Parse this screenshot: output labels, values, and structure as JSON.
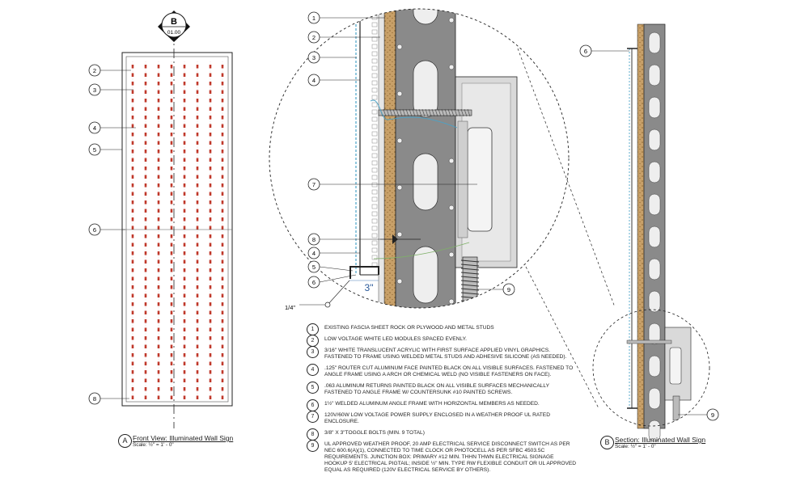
{
  "section_marker": {
    "letter": "B",
    "sheet": "01.00"
  },
  "front_view": {
    "letter": "A",
    "title": "Front View: Illuminated Wall Sign",
    "scale": "Scale: ½\" = 1' - 0\""
  },
  "section_view": {
    "letter": "B",
    "title": "Section: Illuminated Wall Sign",
    "scale": "Scale: ½\" = 1' - 0\""
  },
  "dimensions": {
    "depth": "3\"",
    "offset": "1/4\""
  },
  "callouts": {
    "front": [
      "2",
      "3",
      "4",
      "5",
      "6",
      "8"
    ],
    "detail": [
      "1",
      "2",
      "3",
      "4",
      "7",
      "8",
      "4",
      "5",
      "6",
      "9"
    ],
    "section": [
      "6",
      "9"
    ]
  },
  "notes": [
    {
      "num": "1",
      "text": "Existing fascia sheet rock or plywood and metal studs"
    },
    {
      "num": "2",
      "text": "Low voltage white LED modules spaced evenly."
    },
    {
      "num": "3",
      "text": "3/16\" white translucent acrylic with first surface applied vinyl graphics. Fastened to frame using welded metal studs and adhesive silicone (as needed)."
    },
    {
      "num": "4",
      "text": ".125\" router cut aluminum face painted black on all visible surfaces. Fastened to angle frame using a arch or chemical weld (no visible fasteners on face)."
    },
    {
      "num": "5",
      "text": ".063 aluminum returns painted black on all visible surfaces mechanically fastened to angle frame w/ countersunk #10 painted screws."
    },
    {
      "num": "6",
      "text": "1½\" welded aluminum angle frame with horizontal members as needed."
    },
    {
      "num": "7",
      "text": "120V/60W low voltage power supply enclosed in a weather proof UL rated enclosure."
    },
    {
      "num": "8",
      "text": "3/8\" x 3\"toggle bolts (min. 9 total)"
    },
    {
      "num": "9",
      "text": "UL approved weather proof, 20 amp electrical service disconnect switch as per NEC 600.6(A)(1), connected to time clock or photocell as per SFBC 4503.5C requirements. Junction box: primary #12 min. THHN THWN electrical signage hookup 5' electrical pigtail; inside ½\" min. type RW flexible conduit or UL approved equal as required (120V electrical service by others)."
    }
  ],
  "colors": {
    "line": "#222222",
    "led": "#c0392b",
    "wood": "#c8a068",
    "stud": "#8a8a8a",
    "wire": "#4aa3c8",
    "box": "#d9d9d9"
  }
}
